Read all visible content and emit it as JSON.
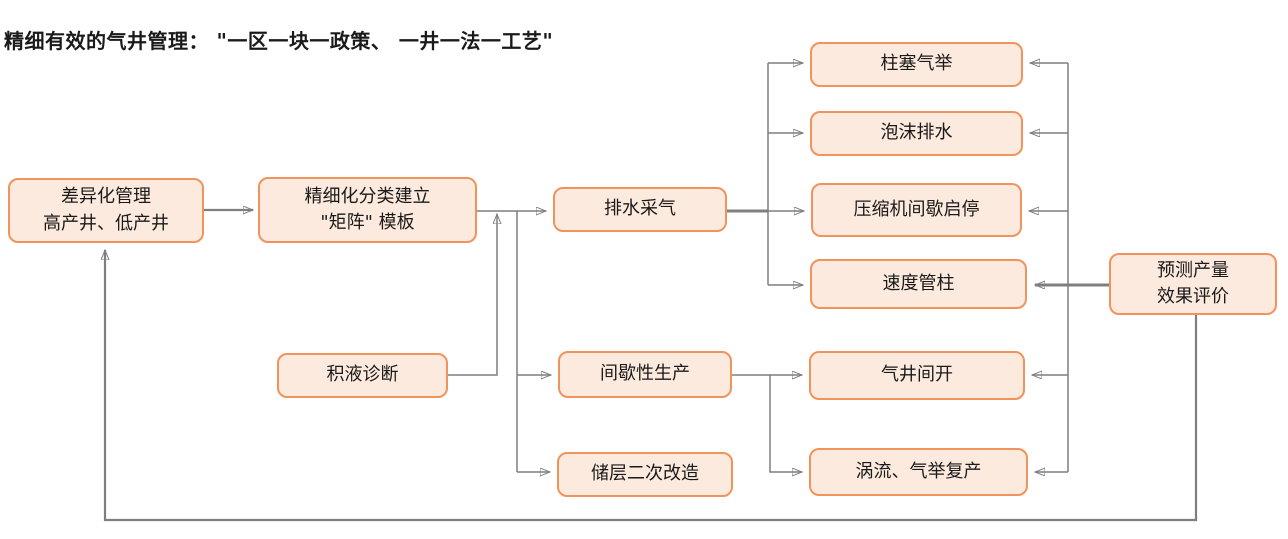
{
  "title": "精细有效的气井管理： \"一区一块一政策、 一井一法一工艺\"",
  "colors": {
    "node_fill": "#fceade",
    "node_border": "#f0935c",
    "connector_gray": "#7f7f7f",
    "text": "#1a1a1a",
    "background": "#ffffff"
  },
  "nodes": {
    "differential_management": {
      "label": "差异化管理\n高产井、低产井"
    },
    "matrix_template": {
      "label": "精细化分类建立\n\"矩阵\" 模板"
    },
    "drainage_gas_recovery": {
      "label": "排水采气"
    },
    "liquid_loading_diagnosis": {
      "label": "积液诊断"
    },
    "intermittent_production": {
      "label": "间歇性生产"
    },
    "reservoir_restimulation": {
      "label": "储层二次改造"
    },
    "plunger_lift": {
      "label": "柱塞气举"
    },
    "foam_drainage": {
      "label": "泡沫排水"
    },
    "compressor_intermittent_startstop": {
      "label": "压缩机间歇启停"
    },
    "velocity_string": {
      "label": "速度管柱"
    },
    "gas_well_intermittent_opening": {
      "label": "气井间开"
    },
    "vortex_gas_lift_restart": {
      "label": "涡流、气举复产"
    },
    "production_forecast_evaluation": {
      "label": "预测产量\n效果评价"
    }
  }
}
